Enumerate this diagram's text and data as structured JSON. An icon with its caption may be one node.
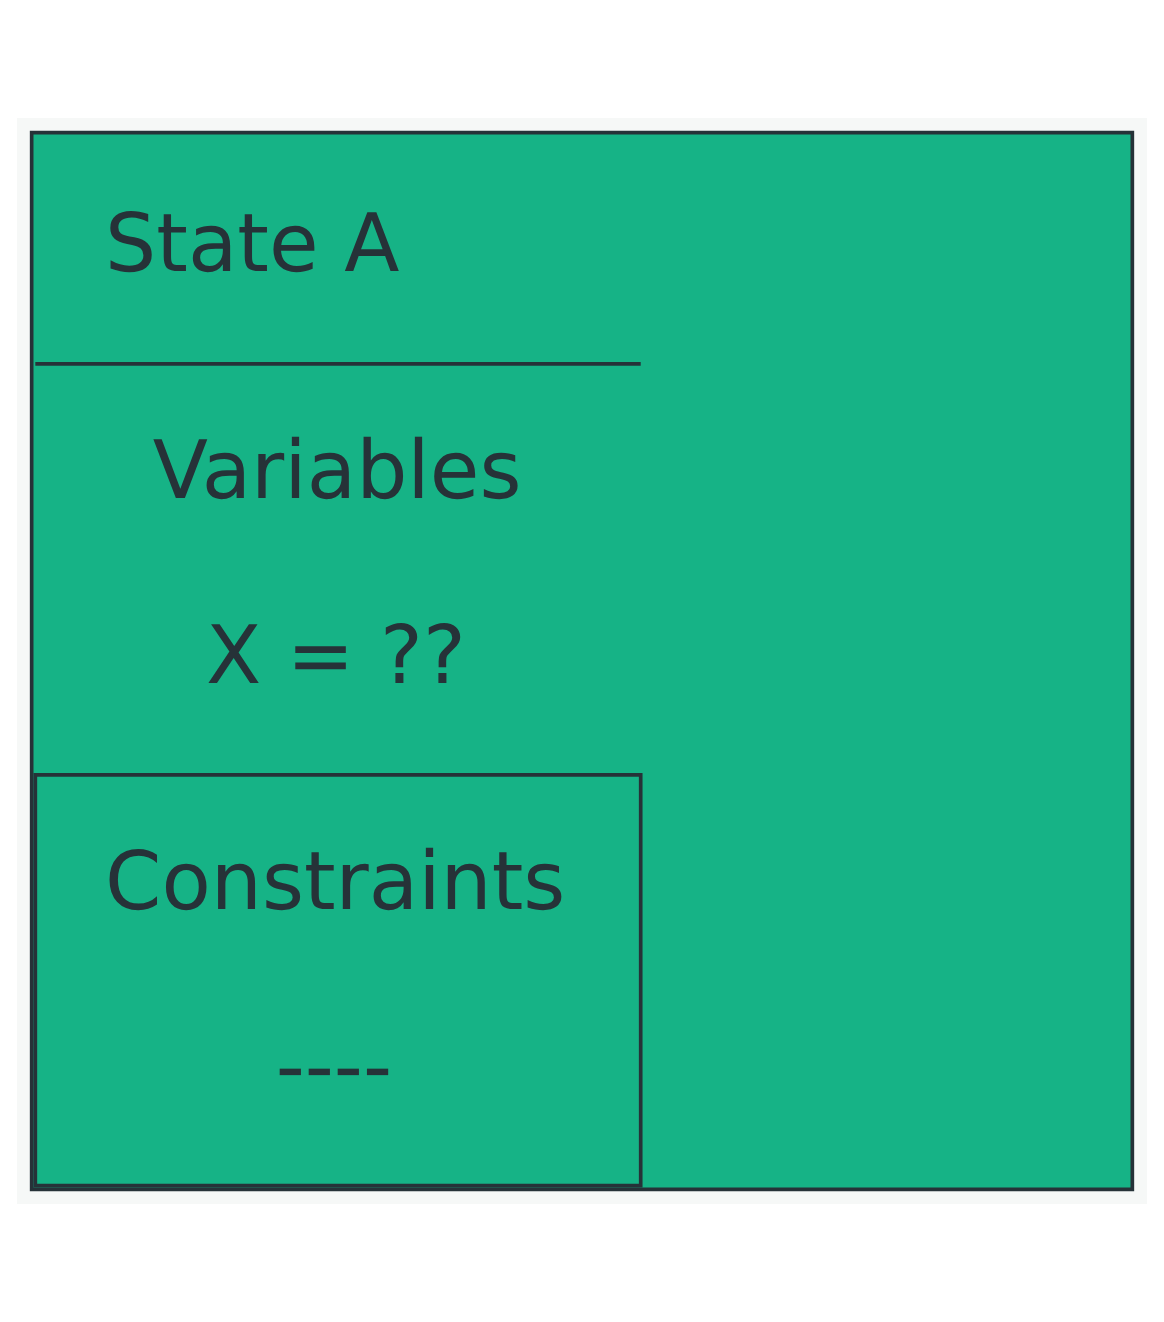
{
  "diagram": {
    "nodes": [
      {
        "text": [
          "State A",
          "Variables",
          "X = ??",
          "Constraints",
          "----"
        ]
      }
    ]
  }
}
